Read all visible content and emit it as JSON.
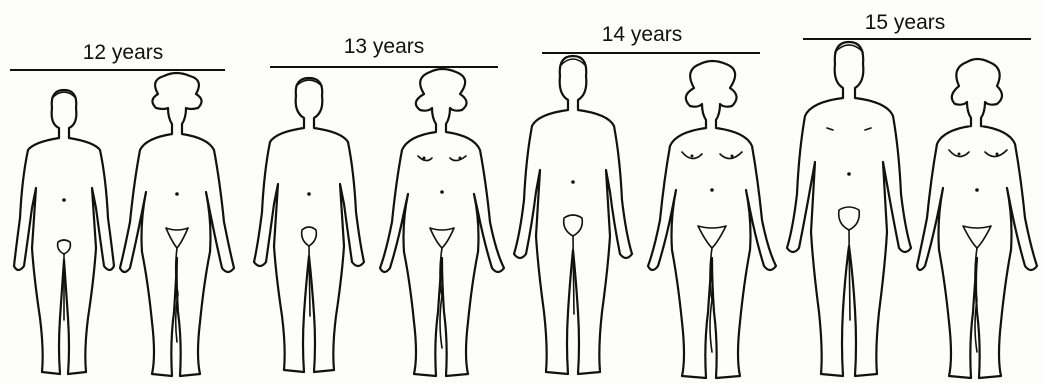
{
  "age_groups": [
    {
      "label": "12 years"
    },
    {
      "label": "13 years"
    },
    {
      "label": "14 years"
    },
    {
      "label": "15 years"
    }
  ]
}
